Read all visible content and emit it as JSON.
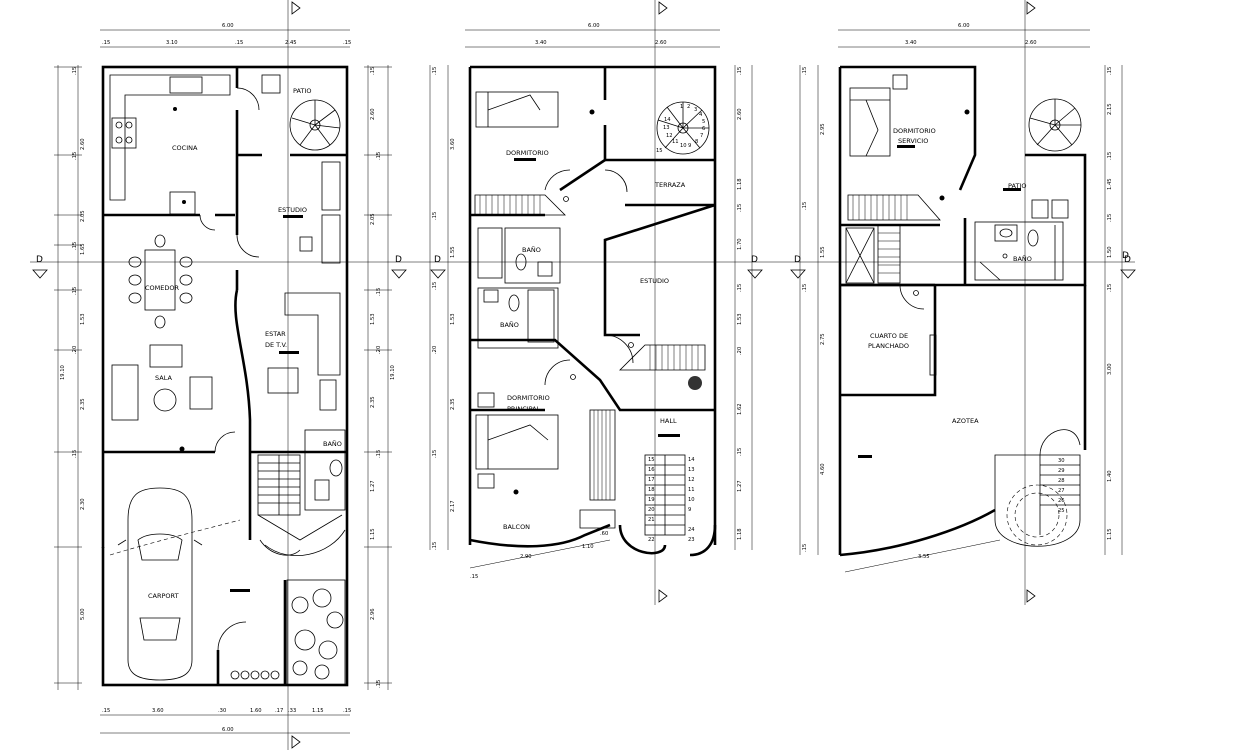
{
  "section_marks": [
    "D",
    "D",
    "D",
    "D",
    "D",
    "D",
    "D"
  ],
  "plan1": {
    "rooms": {
      "patio": "PATIO",
      "cocina": "COCINA",
      "estudio": "ESTUDIO",
      "comedor": "COMEDOR",
      "estar_line1": "ESTAR",
      "estar_line2": "DE T.V.",
      "sala": "SALA",
      "bano": "BAÑO",
      "carport": "CARPORT"
    },
    "dims_top": [
      "6.00",
      ".15",
      "3.10",
      ".15",
      "2.45",
      ".15"
    ],
    "dims_bottom": [
      ".15",
      "3.60",
      ".30",
      "1.60",
      ".17",
      ".33",
      "1.15",
      ".15",
      "6.00"
    ],
    "dims_left": [
      ".15",
      "2.60",
      ".15",
      "2.05",
      ".15",
      "1.65",
      ".15",
      "1.53",
      ".20",
      "2.35",
      ".15",
      "2.30",
      "5.00",
      "19.10"
    ],
    "dims_right": [
      ".15",
      "2.60",
      ".15",
      "2.05",
      ".15",
      "1.53",
      ".20",
      "2.35",
      ".15",
      "1.27",
      "1.15",
      "2.96",
      ".15",
      "19.10"
    ]
  },
  "plan2": {
    "rooms": {
      "dormitorio": "DORMITORIO",
      "terraza": "TERRAZA",
      "bano_a": "BAÑO",
      "bano_b": "BAÑO",
      "estudio": "ESTUDIO",
      "dorm_principal_line1": "DORMITORIO",
      "dorm_principal_line2": "PRINCIPAL",
      "hall": "HALL",
      "balcon": "BALCON"
    },
    "dims_top": [
      "6.00",
      "3.40",
      "2.60"
    ],
    "dims_left": [
      ".15",
      "3.60",
      ".15",
      "1.55",
      ".15",
      "1.53",
      ".20",
      "2.35",
      ".15",
      "2.17",
      ".15"
    ],
    "dims_right": [
      ".15",
      "2.60",
      "1.18",
      ".15",
      "1.70",
      ".15",
      "1.53",
      ".20",
      "1.62",
      ".15",
      "1.27",
      "1.18"
    ],
    "dims_bottom": [
      ".15",
      "2.90",
      "1.10",
      ".60"
    ],
    "stair_left": [
      "15",
      "16",
      "17",
      "18",
      "19",
      "20",
      "21",
      "22"
    ],
    "stair_right": [
      "14",
      "13",
      "12",
      "11",
      "10",
      "9",
      "24",
      "23"
    ],
    "spiral": [
      "1",
      "2",
      "3",
      "4",
      "5",
      "6",
      "7",
      "8",
      "9",
      "10",
      "11",
      "12",
      "13",
      "14",
      "15"
    ]
  },
  "plan3": {
    "rooms": {
      "dorm_serv_line1": "DORMITORIO",
      "dorm_serv_line2": "SERVICIO",
      "patio": "PATIO",
      "bano": "BAÑO",
      "planchado_line1": "CUARTO DE",
      "planchado_line2": "PLANCHADO",
      "azotea": "AZOTEA"
    },
    "dims_top": [
      "6.00",
      "3.40",
      "2.60"
    ],
    "dims_left": [
      ".15",
      "2.95",
      ".15",
      "1.55",
      ".15",
      "2.75",
      "4.60",
      ".15"
    ],
    "dims_right": [
      ".15",
      "2.15",
      ".15",
      "1.45",
      ".15",
      "1.50",
      ".15",
      "3.00",
      "1.40",
      "1.15"
    ],
    "dims_bottom": [
      "3.55"
    ],
    "stair": [
      "30",
      "29",
      "28",
      "27",
      "26",
      "25"
    ]
  }
}
